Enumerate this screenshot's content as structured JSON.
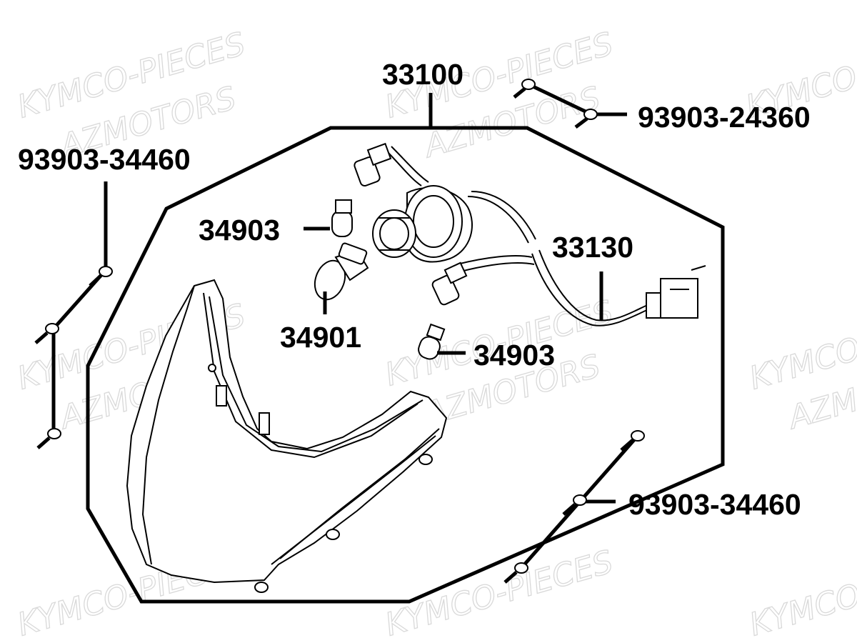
{
  "watermarks": [
    "KYMCO-PIECES",
    "AZMOTORS"
  ],
  "labels": {
    "main_assembly": "33100",
    "screw_top_right": "93903-24360",
    "screw_left": "93903-34460",
    "bulb_top": "34903",
    "bulb_main": "34901",
    "wiring": "33130",
    "bulb_bottom": "34903",
    "screw_bottom_right": "93903-34460"
  },
  "colors": {
    "ink": "#000000",
    "watermark": "#d9d9d9",
    "background": "#ffffff"
  }
}
